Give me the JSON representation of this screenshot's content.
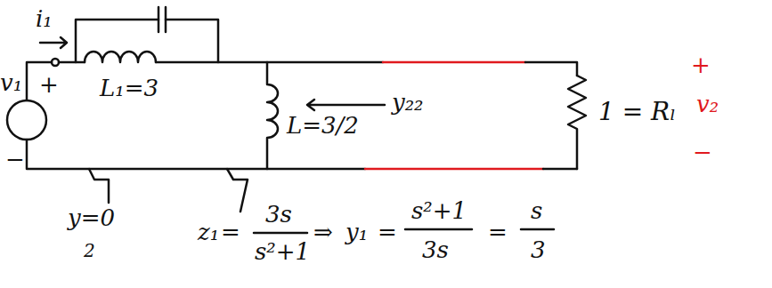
{
  "diagram": {
    "labels": [
      "i₁",
      "v₁",
      "+",
      "−",
      "L₁=3",
      "L=3/2",
      "y₂₂",
      "1 = Rₗ",
      "+",
      "v₂",
      "−",
      "y=0",
      "2",
      "z₁",
      "=",
      "3s",
      "s²+1",
      "⇒",
      "y₁",
      "=",
      "s²+1",
      "3s",
      "=",
      "s",
      "3"
    ]
  }
}
